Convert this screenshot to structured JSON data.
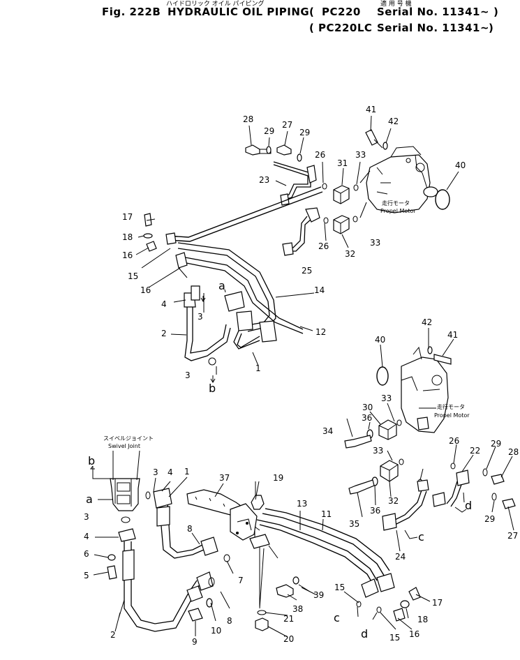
{
  "header": {
    "jp_title": "ハイドロリック オイル パイピング",
    "jp_applicability": "適 用 号 機",
    "fig_number": "Fig. 222B",
    "title": "HYDRAULIC OIL PIPING",
    "applicability": [
      {
        "model": "PC220",
        "serial": "Serial No. 11341~"
      },
      {
        "model": "PC220LC",
        "serial": "Serial No. 11341~"
      }
    ]
  },
  "labels": {
    "propel_motor_jp": "走行モータ",
    "propel_motor_en": "Propel Motor",
    "swivel_joint_jp": "スイベルジョイント",
    "swivel_joint_en": "Swivel Joint"
  },
  "callouts_upper": [
    "28",
    "29",
    "27",
    "29",
    "41",
    "42",
    "40",
    "31",
    "33",
    "26",
    "23",
    "33",
    "26",
    "32",
    "17",
    "18",
    "16",
    "15",
    "25",
    "16",
    "a",
    "14",
    "4",
    "3",
    "2",
    "12",
    "1",
    "3",
    "b"
  ],
  "callouts_right": [
    "42",
    "41",
    "40",
    "30",
    "33",
    "36",
    "34",
    "33",
    "26",
    "29",
    "28",
    "22",
    "36",
    "32",
    "35",
    "24",
    "c",
    "d",
    "29",
    "27"
  ],
  "callouts_lower": [
    "b",
    "a",
    "3",
    "4",
    "1",
    "37",
    "19",
    "13",
    "11",
    "3",
    "4",
    "8",
    "6",
    "5",
    "7",
    "8",
    "2",
    "9",
    "10",
    "38",
    "39",
    "21",
    "20",
    "15",
    "17",
    "c",
    "18",
    "d",
    "16",
    "15"
  ]
}
